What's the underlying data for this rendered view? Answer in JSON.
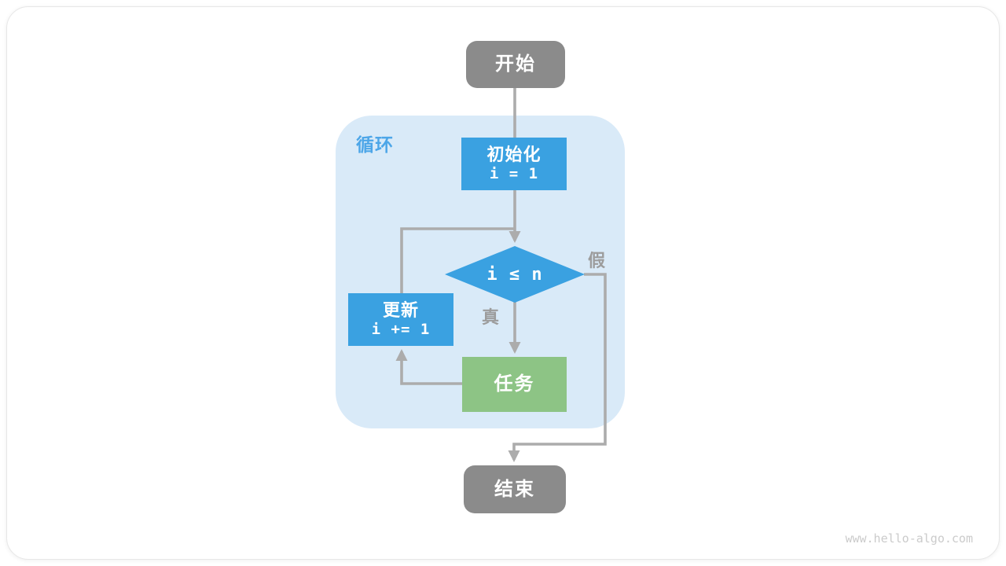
{
  "colors": {
    "node_blue": "#3aa1e1",
    "node_green": "#8dc485",
    "node_gray": "#8b8b8b",
    "loop_bg": "#d9eaf8",
    "loop_label_blue": "#4da6e8",
    "arrow_gray": "#acacac",
    "branch_label_gray": "#9c9c9c",
    "watermark_gray": "#cbcbcb"
  },
  "loop_region": {
    "label": "循环"
  },
  "nodes": {
    "start": {
      "label": "开始"
    },
    "init": {
      "label": "初始化",
      "code": "i = 1"
    },
    "condition": {
      "code": "i ≤ n"
    },
    "update": {
      "label": "更新",
      "code": "i += 1"
    },
    "task": {
      "label": "任务"
    },
    "end": {
      "label": "结束"
    }
  },
  "branch_labels": {
    "true": "真",
    "false": "假"
  },
  "watermark": "www.hello-algo.com"
}
